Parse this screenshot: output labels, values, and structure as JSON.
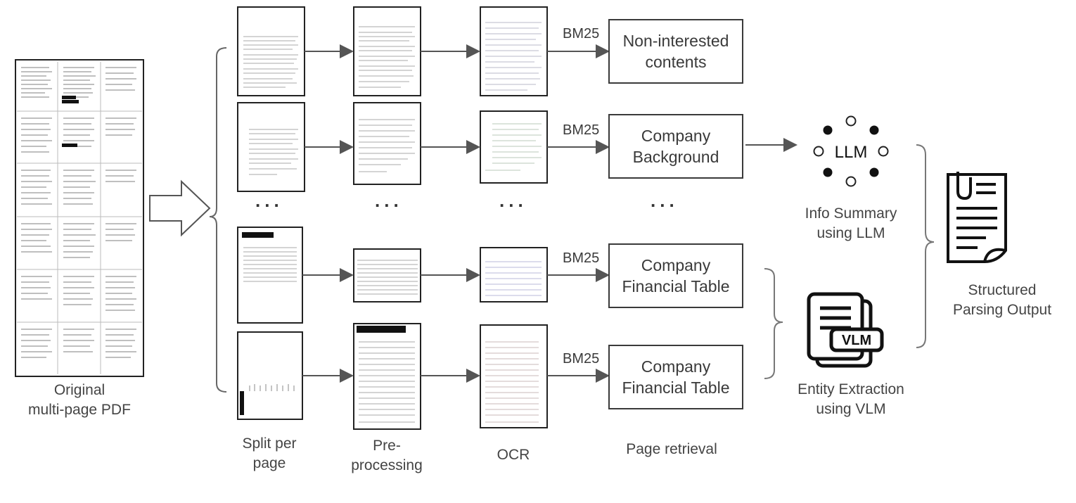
{
  "labels": {
    "original": "Original\nmulti-page PDF",
    "split": "Split per\npage",
    "preprocessing": "Pre-\nprocessing",
    "ocr": "OCR",
    "retrieval": "Page retrieval",
    "info_summary": "Info Summary\nusing LLM",
    "entity_extraction": "Entity Extraction\nusing VLM",
    "structured_output": "Structured\nParsing Output"
  },
  "bm25": [
    "BM25",
    "BM25",
    "BM25",
    "BM25"
  ],
  "boxes": [
    "Non-interested\ncontents",
    "Company\nBackground",
    "Company\nFinancial Table",
    "Company\nFinancial Table"
  ],
  "ellipsis": "...",
  "llm_text": "LLM",
  "vlm_text": "VLM",
  "icons": [
    "pdf-page-thumbnail-icon",
    "llm-network-icon",
    "vlm-document-icon",
    "structured-document-icon",
    "hollow-arrow-icon"
  ]
}
